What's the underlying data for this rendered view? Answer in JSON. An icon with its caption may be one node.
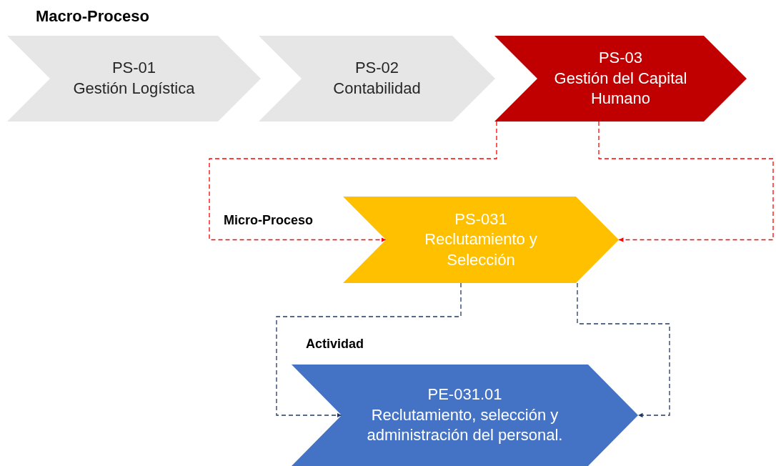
{
  "diagram": {
    "nodes": [
      {
        "text": [
          "PS-01",
          "Gestión Logística"
        ]
      },
      {
        "text": [
          "PS-02",
          "Contabilidad"
        ]
      },
      {
        "text": [
          "PS-03",
          "Gestión del Capital Humano"
        ]
      },
      {
        "text": [
          "PS-031",
          "Reclutamiento y Selección"
        ]
      },
      {
        "text": [
          "PE-031.01",
          "Reclutamiento, selección y administración del personal."
        ]
      }
    ],
    "edges": [
      {
        "from": 2,
        "to": 3,
        "arrow": "to",
        "style": "dashed",
        "color": "#ff0000"
      },
      {
        "from": 2,
        "to": 3,
        "arrow": "to",
        "style": "dashed",
        "color": "#ff0000"
      },
      {
        "from": 3,
        "to": 4,
        "arrow": "to",
        "style": "dashed",
        "color": "#203864"
      },
      {
        "from": 3,
        "to": 4,
        "arrow": "to",
        "style": "dashed",
        "color": "#203864"
      }
    ],
    "labels": [
      "Macro-Proceso",
      "Micro-Proceso",
      "Actividad"
    ]
  }
}
